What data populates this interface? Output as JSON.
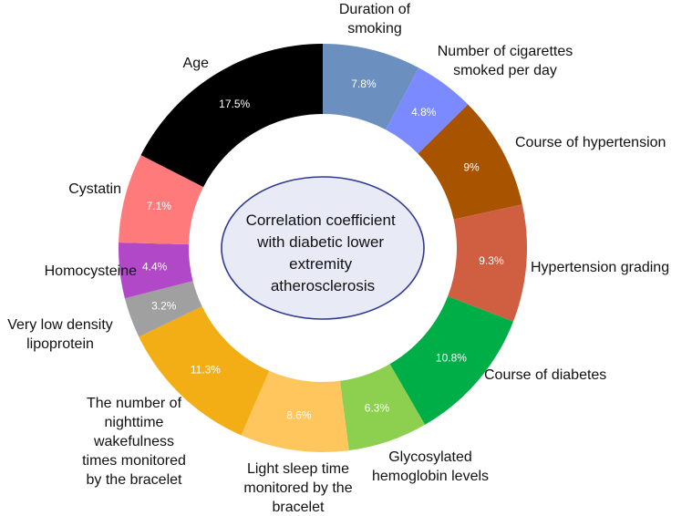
{
  "chart_data": {
    "type": "pie",
    "variant": "donut",
    "center_label": [
      "Correlation coefficient",
      "with diabetic lower",
      "extremity",
      "atherosclerosis"
    ],
    "center_fill": "#E8EAF6",
    "center_stroke": "#2F3B8F",
    "slices": [
      {
        "name": [
          "Duration of",
          "smoking"
        ],
        "value": 7.8,
        "label": "7.8%",
        "color": "#6B8FBF"
      },
      {
        "name": [
          "Number of cigarettes",
          "smoked per day"
        ],
        "value": 4.8,
        "label": "4.8%",
        "color": "#7B8BFF"
      },
      {
        "name": [
          "Course of hypertension"
        ],
        "value": 9,
        "label": "9%",
        "color": "#A85300"
      },
      {
        "name": [
          "Hypertension grading"
        ],
        "value": 9.3,
        "label": "9.3%",
        "color": "#D05F42"
      },
      {
        "name": [
          "Course of diabetes"
        ],
        "value": 10.8,
        "label": "10.8%",
        "color": "#00AE48"
      },
      {
        "name": [
          "Glycosylated",
          "hemoglobin levels"
        ],
        "value": 6.3,
        "label": "6.3%",
        "color": "#8DD04F"
      },
      {
        "name": [
          "Light sleep time",
          "monitored by the",
          "bracelet"
        ],
        "value": 8.6,
        "label": "8.6%",
        "color": "#FFC65E"
      },
      {
        "name": [
          "The number of",
          "nighttime",
          "wakefulness",
          "times monitored",
          "by the bracelet"
        ],
        "value": 11.3,
        "label": "11.3%",
        "color": "#F2AE14"
      },
      {
        "name": [
          "Very low density",
          "lipoprotein"
        ],
        "value": 3.2,
        "label": "3.2%",
        "color": "#A0A0A0"
      },
      {
        "name": [
          "Homocysteine"
        ],
        "value": 4.4,
        "label": "4.4%",
        "color": "#B048C8"
      },
      {
        "name": [
          "Cystatin"
        ],
        "value": 7.1,
        "label": "7.1%",
        "color": "#FF7B7B"
      },
      {
        "name": [
          "Age"
        ],
        "value": 17.5,
        "label": "17.5%",
        "color": "#000000"
      }
    ]
  }
}
